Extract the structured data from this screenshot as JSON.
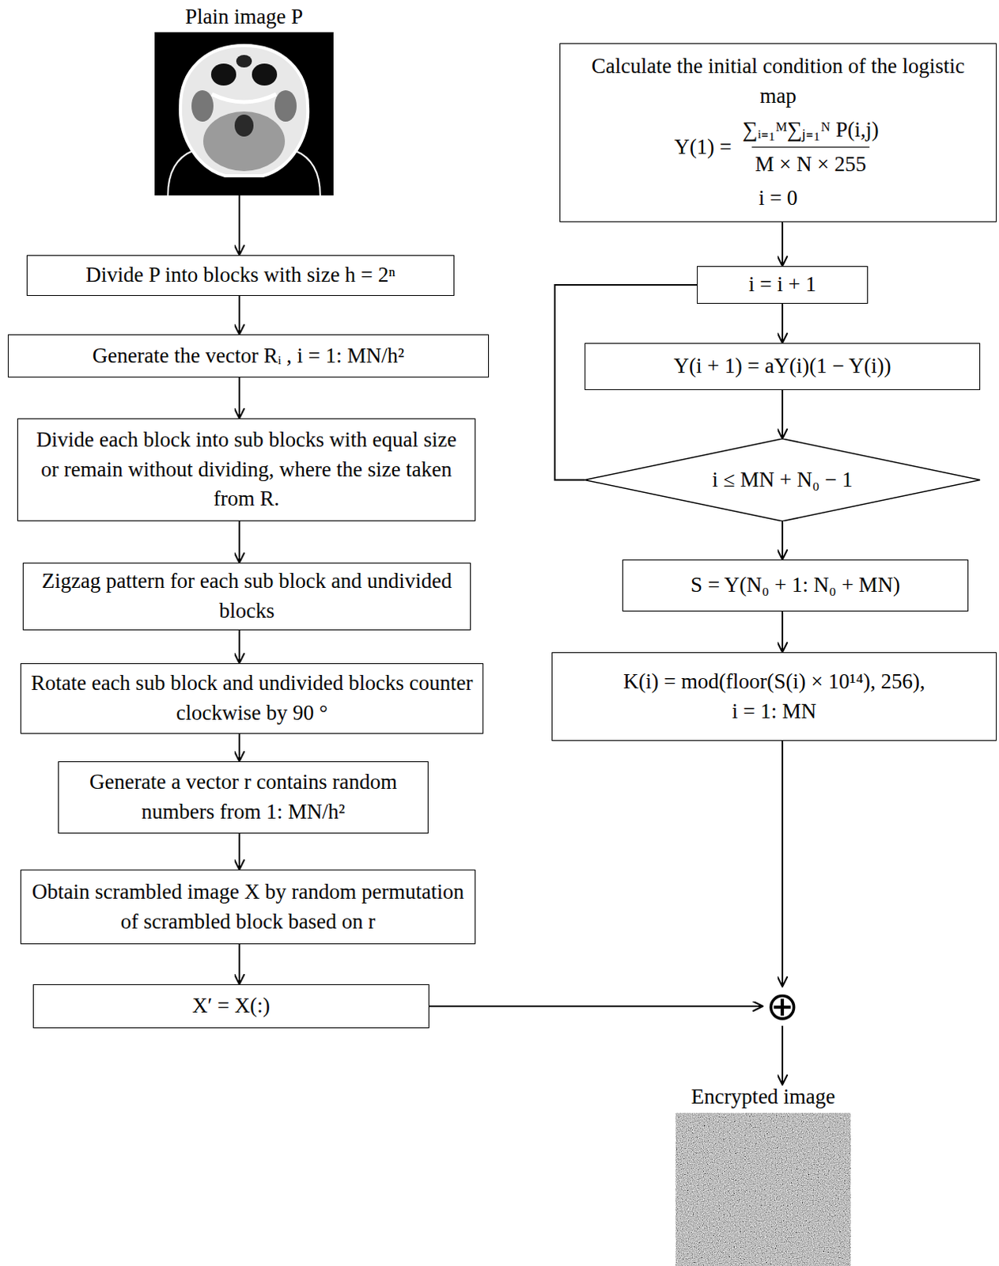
{
  "diagram": {
    "nodes": [
      {
        "text": [
          "Plain image P"
        ]
      },
      {
        "text": [
          "Divide P into blocks with size h = 2ⁿ"
        ]
      },
      {
        "text": [
          "Generate the vector Rᵢ , i = 1: MN/h²"
        ]
      },
      {
        "text": [
          "Divide each block into sub blocks with equal size or remain without dividing, where the size taken from R."
        ]
      },
      {
        "text": [
          "Zigzag pattern for each sub block and undivided blocks"
        ]
      },
      {
        "text": [
          "Rotate each sub block and undivided blocks counter clockwise by 90 °"
        ]
      },
      {
        "text": [
          "Generate a vector r contains random numbers from 1: MN/h²"
        ]
      },
      {
        "text": [
          "Obtain scrambled image X by random permutation of scrambled block based on r"
        ]
      },
      {
        "text": [
          "X′ = X(:)"
        ]
      },
      {
        "text": [
          "Calculate the initial condition of the logistic map",
          "Y(1) =",
          "∑ᵢ₌₁ᴹ∑ⱼ₌₁ᴺ P(i,j)",
          "M × N × 255",
          "i = 0"
        ]
      },
      {
        "text": [
          "i = i + 1"
        ]
      },
      {
        "text": [
          "Y(i + 1) = aY(i)(1 − Y(i))"
        ]
      },
      {
        "text": [
          "i ≤ MN + N₀ − 1"
        ]
      },
      {
        "text": [
          "S = Y(N₀ + 1: N₀ + MN)"
        ]
      },
      {
        "text": [
          "K(i) = mod(floor(S(i) × 10¹⁴), 256),",
          "i = 1: MN"
        ]
      },
      {
        "text": [
          "⊕"
        ]
      },
      {
        "text": [
          "Encrypted image"
        ]
      }
    ],
    "edges": [
      {
        "from": 0,
        "to": 1,
        "arrow": "to"
      },
      {
        "from": 1,
        "to": 2,
        "arrow": "to"
      },
      {
        "from": 2,
        "to": 3,
        "arrow": "to"
      },
      {
        "from": 3,
        "to": 4,
        "arrow": "to"
      },
      {
        "from": 4,
        "to": 5,
        "arrow": "to"
      },
      {
        "from": 5,
        "to": 6,
        "arrow": "to"
      },
      {
        "from": 6,
        "to": 7,
        "arrow": "to"
      },
      {
        "from": 7,
        "to": 8,
        "arrow": "to"
      },
      {
        "from": 8,
        "to": 15,
        "arrow": "to"
      },
      {
        "from": 9,
        "to": 10,
        "arrow": "to"
      },
      {
        "from": 10,
        "to": 11,
        "arrow": "to"
      },
      {
        "from": 11,
        "to": 12,
        "arrow": "to"
      },
      {
        "from": 12,
        "to": 10,
        "arrow": "none"
      },
      {
        "from": 12,
        "to": 13,
        "arrow": "to"
      },
      {
        "from": 13,
        "to": 14,
        "arrow": "to"
      },
      {
        "from": 14,
        "to": 15,
        "arrow": "to"
      },
      {
        "from": 15,
        "to": 16,
        "arrow": "to"
      }
    ]
  }
}
